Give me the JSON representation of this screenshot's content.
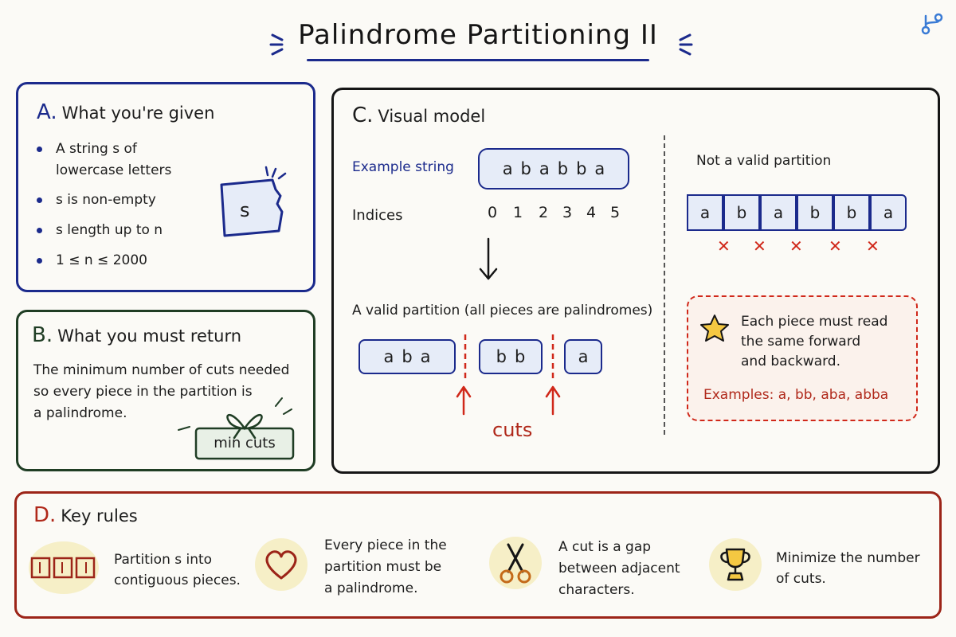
{
  "title": "Palindrome Partitioning II",
  "panel_a": {
    "letter": "A.",
    "heading": "What you're given",
    "bullets": [
      "A string s of",
      "lowercase letters",
      "s is non-empty",
      "s length up to n",
      "1 ≤ n ≤ 2000"
    ],
    "card_label": "s"
  },
  "panel_b": {
    "letter": "B.",
    "heading": "What you must return",
    "lines": [
      "The minimum number of cuts needed",
      "so every piece in the partition is",
      "a palindrome."
    ],
    "gift_label": "min cuts"
  },
  "panel_c": {
    "letter": "C.",
    "heading": "Visual model",
    "example_label": "Example string",
    "example_string": "ababba",
    "indices_label": "Indices",
    "indices": [
      "0",
      "1",
      "2",
      "3",
      "4",
      "5"
    ],
    "valid_label": "A valid partition (all pieces are palindromes)",
    "pieces": [
      "aba",
      "bb",
      "a"
    ],
    "cuts_label": "cuts",
    "invalid_label": "Not a valid partition",
    "invalid_chars": [
      "a",
      "b",
      "a",
      "b",
      "b",
      "a"
    ],
    "cross_symbol": "✕",
    "note_lines": [
      "Each piece must read",
      "the same forward",
      "and backward."
    ],
    "note_examples": "Examples: a, bb, aba, abba"
  },
  "panel_d": {
    "letter": "D.",
    "heading": "Key rules",
    "rules": [
      {
        "icon": "segments-icon",
        "lines": [
          "Partition s into",
          "contiguous pieces."
        ]
      },
      {
        "icon": "heart-icon",
        "lines": [
          "Every piece in the",
          "partition must be",
          "a palindrome."
        ]
      },
      {
        "icon": "scissors-icon",
        "lines": [
          "A cut is a gap",
          "between adjacent",
          "characters."
        ]
      },
      {
        "icon": "trophy-icon",
        "lines": [
          "Minimize the number",
          "of cuts."
        ]
      }
    ]
  },
  "colors": {
    "blue": "#1b2a8c",
    "green": "#1f3d24",
    "red": "#b0281a",
    "cell_fill": "#e6ecf8",
    "icon_bg": "#f6efc7"
  }
}
